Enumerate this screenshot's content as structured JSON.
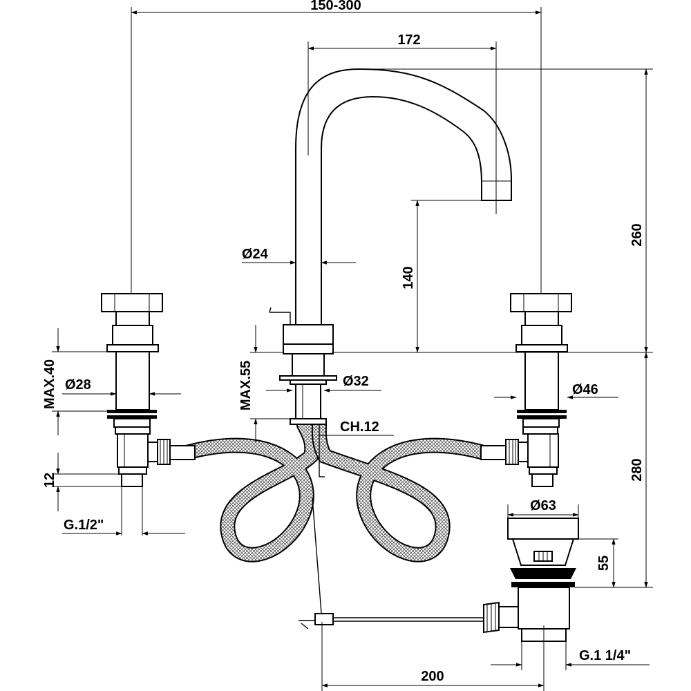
{
  "dimensions": {
    "spread": "150-300",
    "spout_reach": "172",
    "total_height": "260",
    "spout_clearance": "140",
    "spout_diameter": "Ø24",
    "spout_base_diameter": "Ø32",
    "spout_max_deck": "MAX.55",
    "handle_max_deck": "MAX.40",
    "handle_diameter": "Ø28",
    "handle_flange_diameter": "Ø46",
    "hex_wrench": "CH.12",
    "thread_length": "12",
    "inlet_thread": "G.1/2\"",
    "below_deck_height": "280",
    "drain_diameter": "Ø63",
    "drain_height": "55",
    "drain_offset": "200",
    "drain_thread": "G.1 1/4\""
  },
  "colors": {
    "line": "#000000",
    "hose_fill": "#b5b5b5",
    "background": "#ffffff"
  }
}
